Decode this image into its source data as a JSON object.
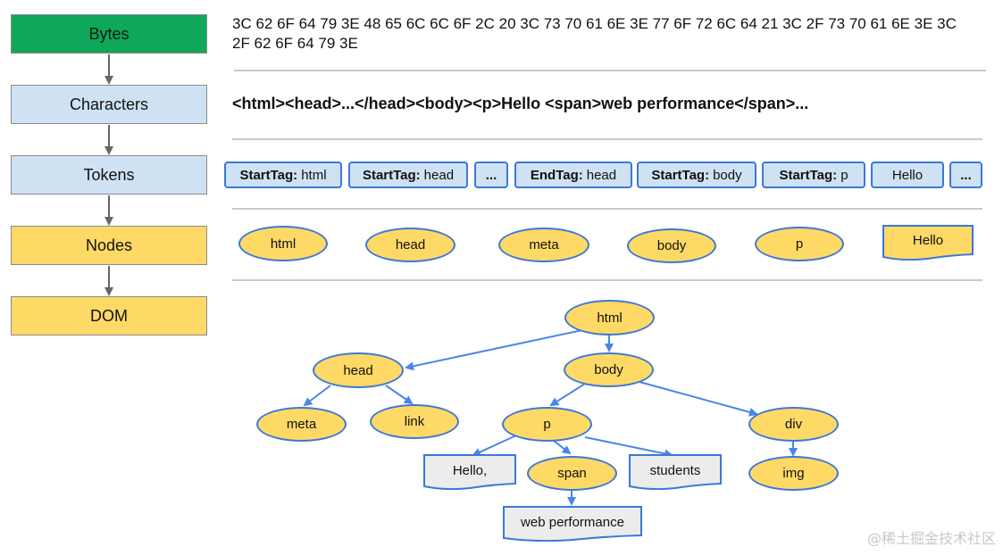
{
  "stages": [
    "Bytes",
    "Characters",
    "Tokens",
    "Nodes",
    "DOM"
  ],
  "bytes_text": "3C 62 6F 64 79 3E 48 65 6C 6C 6F 2C 20 3C 73 70 61 6E 3E 77 6F 72 6C 64 21 3C 2F 73 70 61 6E 3E 3C 2F 62 6F 64 79 3E",
  "characters_text": "<html><head>...</head><body><p>Hello <span>web performance</span>...",
  "tokens": [
    {
      "kind": "StartTag:",
      "name": "html"
    },
    {
      "kind": "StartTag:",
      "name": "head"
    },
    {
      "kind": "",
      "name": "..."
    },
    {
      "kind": "EndTag:",
      "name": "head"
    },
    {
      "kind": "StartTag:",
      "name": "body"
    },
    {
      "kind": "StartTag:",
      "name": "p"
    },
    {
      "kind": "",
      "name": "Hello"
    },
    {
      "kind": "",
      "name": "..."
    }
  ],
  "nodes_row": [
    "html",
    "head",
    "meta",
    "body",
    "p",
    "Hello"
  ],
  "tree": {
    "html": "html",
    "head": "head",
    "body": "body",
    "meta": "meta",
    "link": "link",
    "p": "p",
    "div": "div",
    "hello": "Hello,",
    "span": "span",
    "students": "students",
    "img": "img",
    "web_performance": "web performance"
  },
  "watermark": "@稀土掘金技术社区",
  "colors": {
    "bytes_stage": "#0fa85a",
    "blue_stage": "#cfe2f3",
    "yellow_stage": "#ffd966",
    "token_border": "#3c78d8",
    "arrow": "#4a86e8"
  }
}
